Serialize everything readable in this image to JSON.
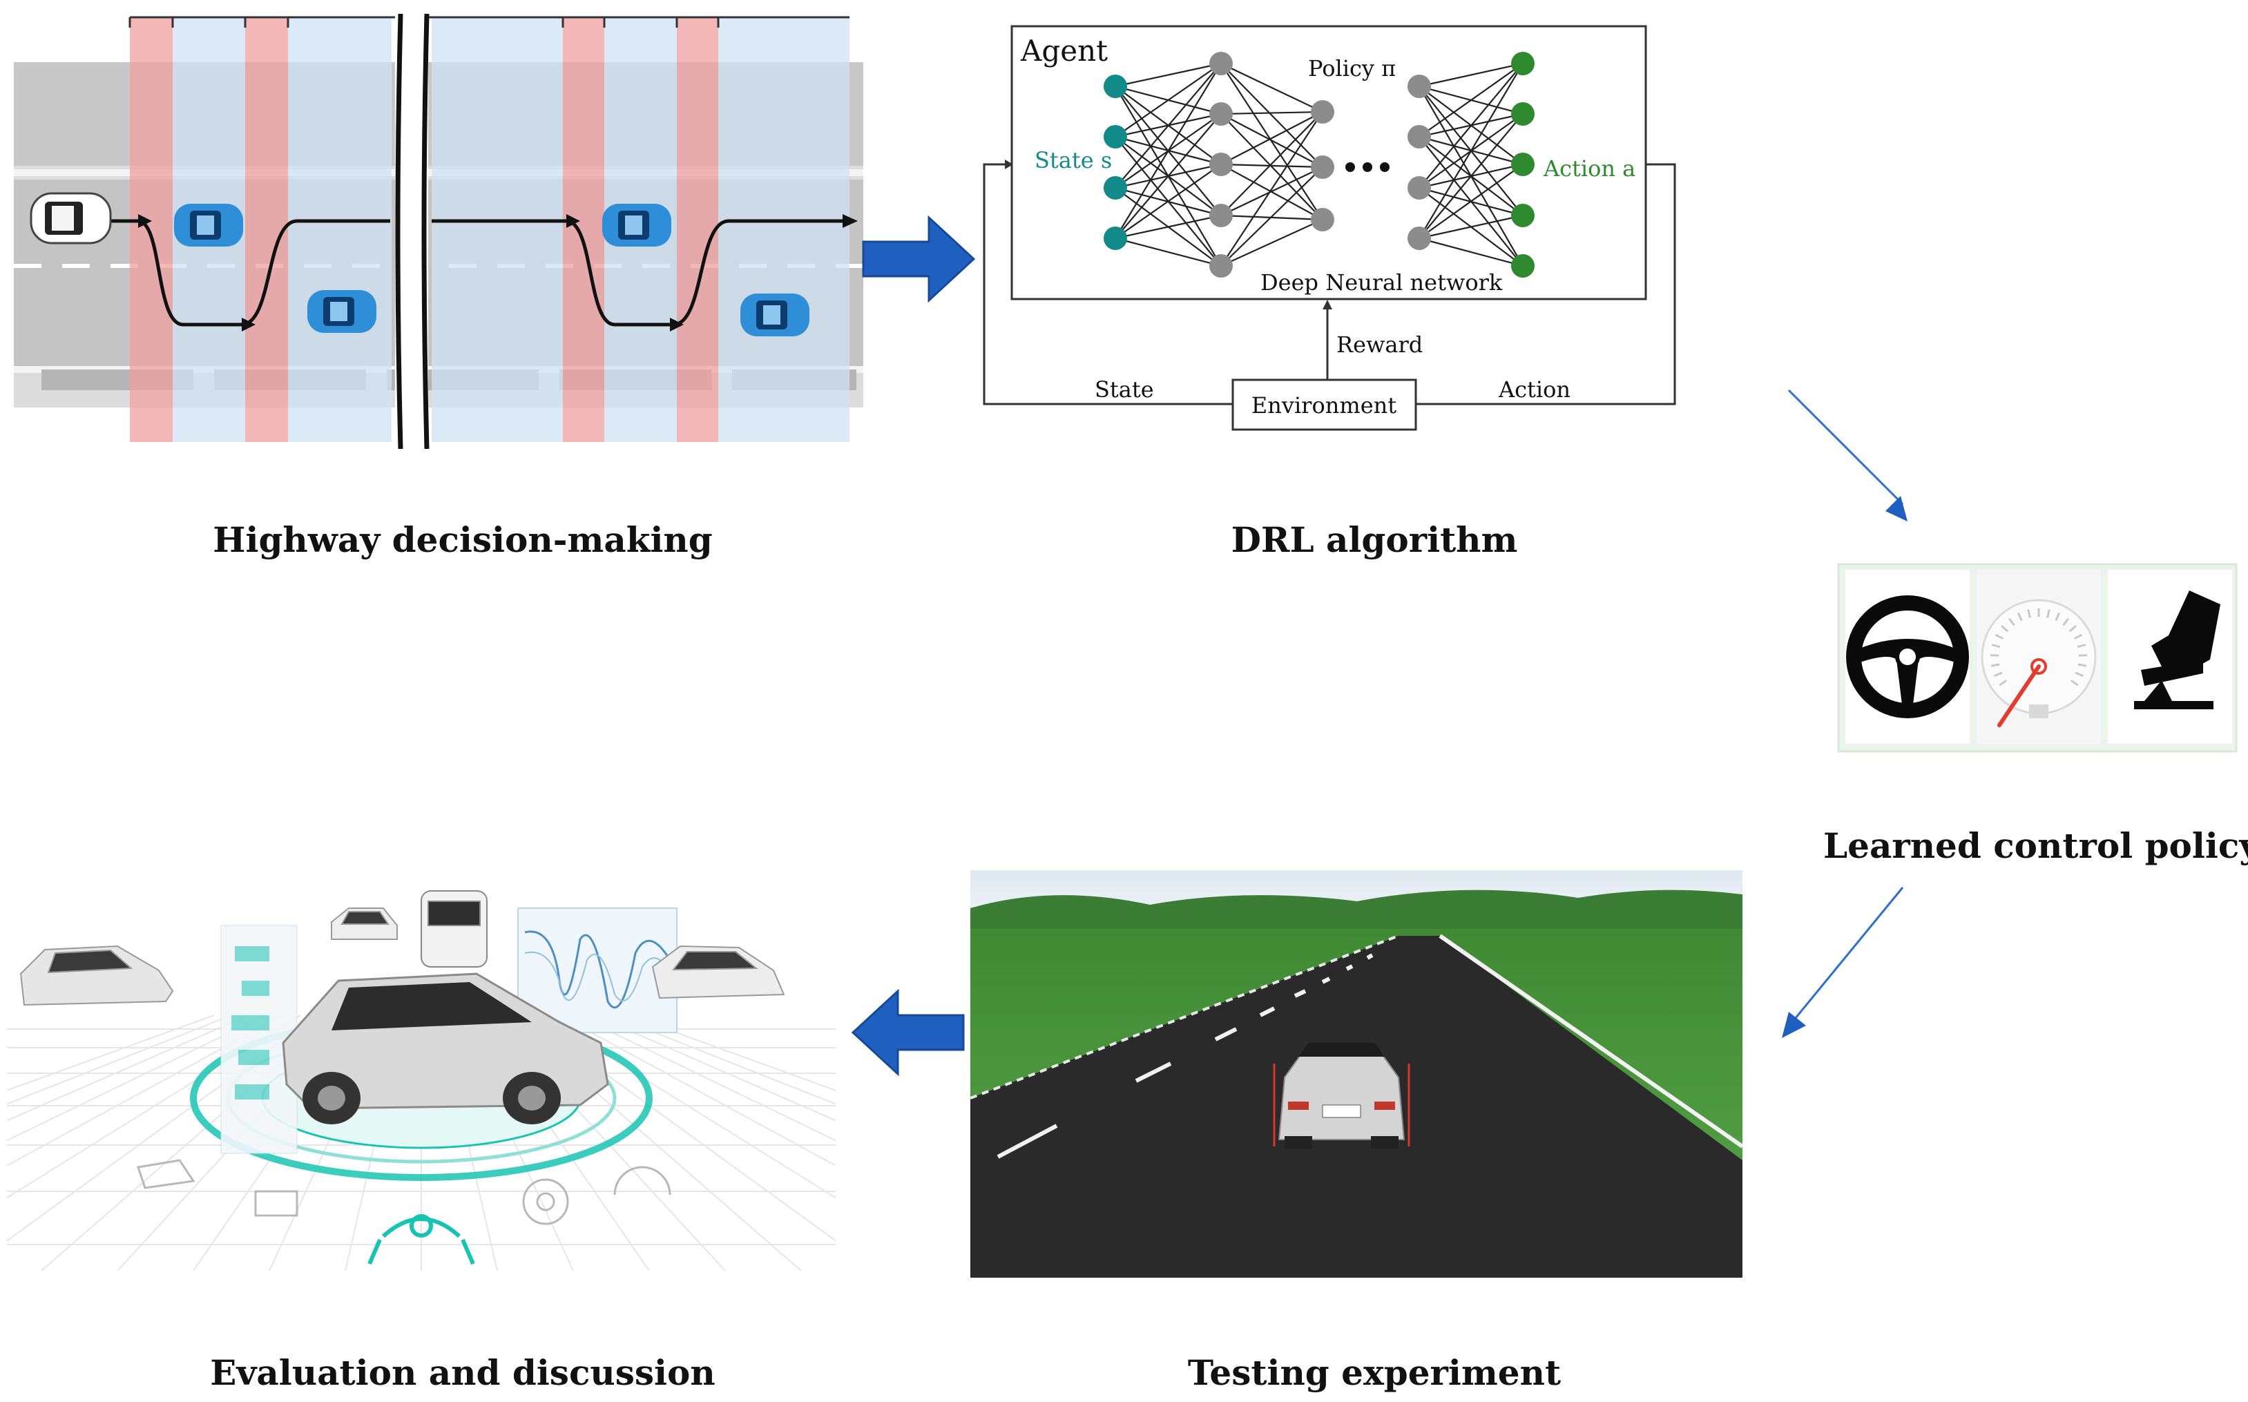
{
  "captions": {
    "highway": "Highway decision-making",
    "drl": "DRL algorithm",
    "policy": "Learned control policy",
    "testing": "Testing experiment",
    "evaluation": "Evaluation and discussion"
  },
  "drl_diagram": {
    "agent_label": "Agent",
    "policy_label": "Policy π",
    "state_s_label": "State s",
    "action_a_label": "Action a",
    "dnn_label": "Deep Neural network",
    "reward_label": "Reward",
    "state_label": "State",
    "action_label": "Action",
    "environment_label": "Environment"
  },
  "control_icons": [
    "steering-wheel-icon",
    "speedometer-icon",
    "pedal-icon"
  ],
  "colors": {
    "arrow_blue": "#1f5fbf",
    "lane_red": "#f0a0a0",
    "lane_blue": "#cfe3f3",
    "car_blue": "#2f8ed8",
    "node_teal": "#138a8a",
    "node_gray": "#8c8c8c",
    "node_green": "#2f8a2f",
    "grass_green": "#4a9a3a",
    "hud_teal": "#17c3b2"
  }
}
